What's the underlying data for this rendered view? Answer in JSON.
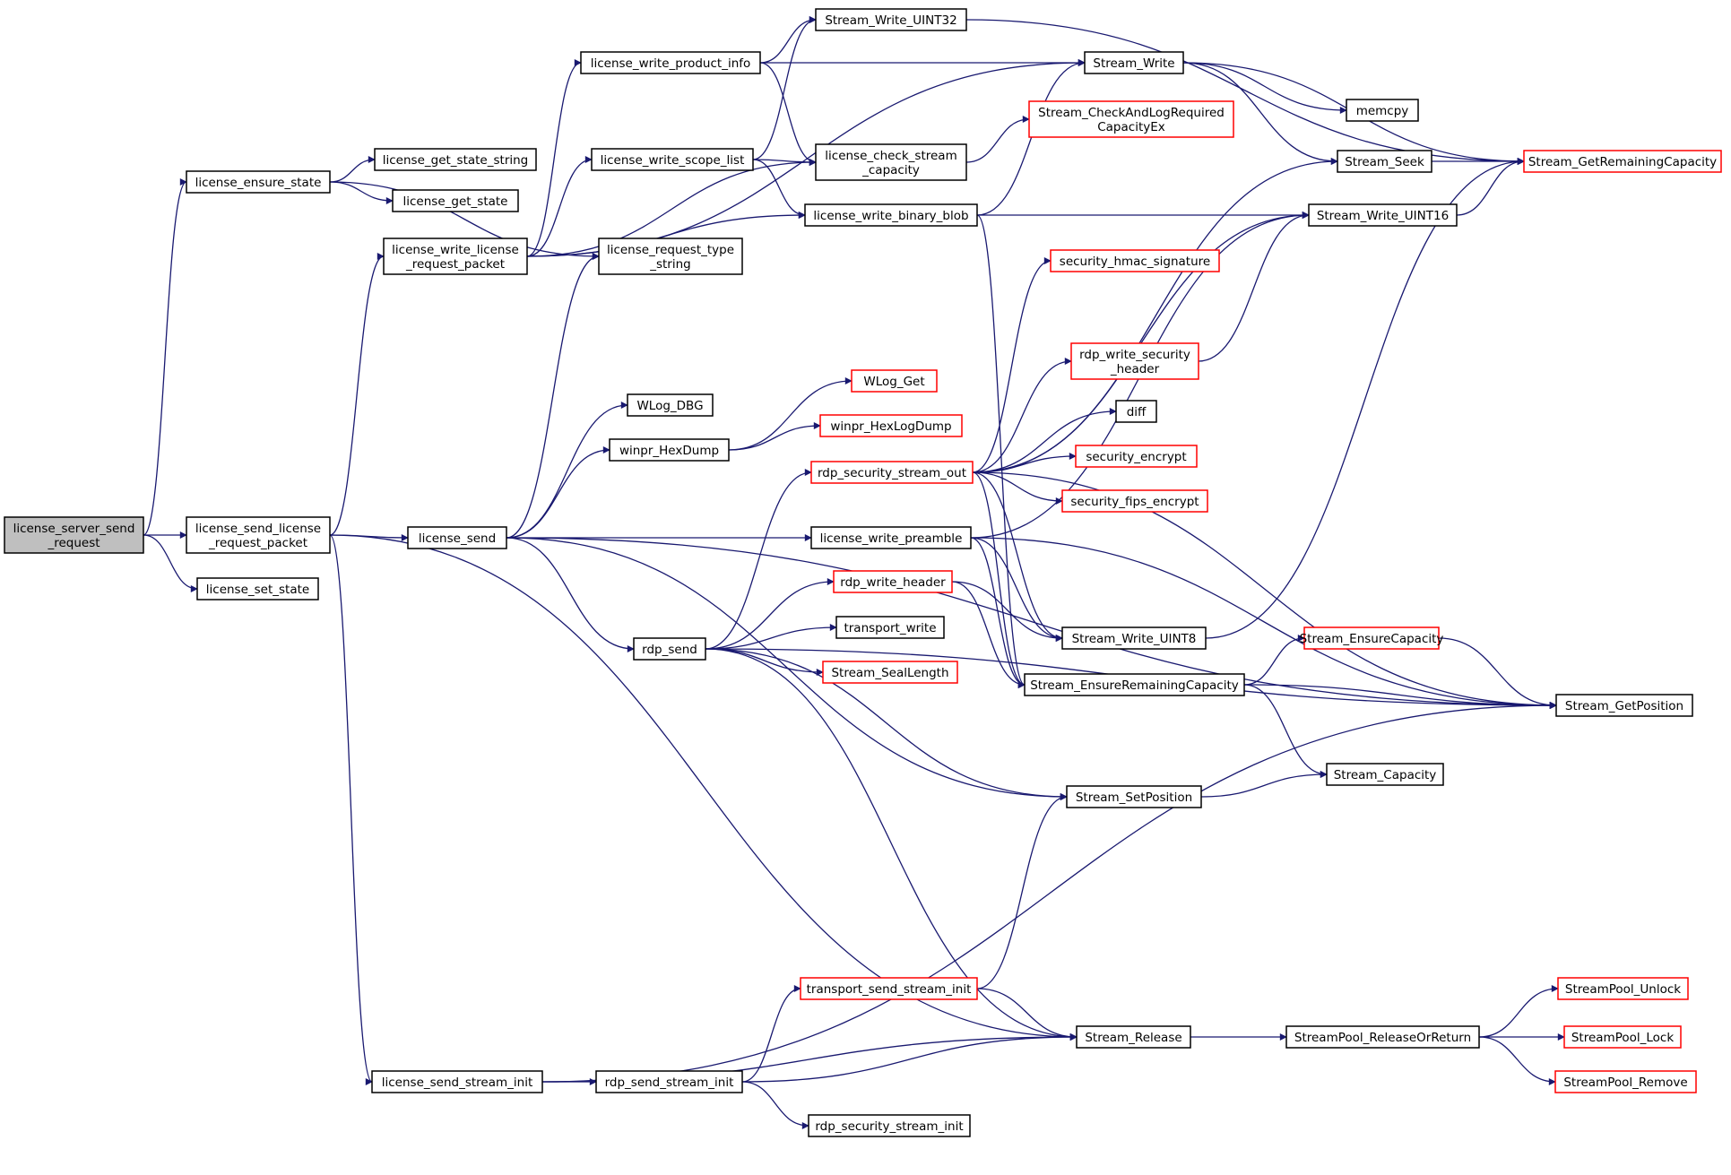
{
  "colors": {
    "edge": "#191970",
    "node_border": "#000000",
    "node_border_red": "#ff0000",
    "node_fill": "#ffffff",
    "root_fill": "#bfbfbf"
  },
  "nodes": [
    {
      "id": "n0",
      "lines": [
        "license_server_send",
        "_request"
      ],
      "style": "root"
    },
    {
      "id": "n1",
      "lines": [
        "license_ensure_state"
      ],
      "style": "normal"
    },
    {
      "id": "n2",
      "lines": [
        "license_get_state_string"
      ],
      "style": "normal"
    },
    {
      "id": "n3",
      "lines": [
        "license_get_state"
      ],
      "style": "normal"
    },
    {
      "id": "n4",
      "lines": [
        "license_request_type",
        "_string"
      ],
      "style": "normal"
    },
    {
      "id": "n5",
      "lines": [
        "license_send_license",
        "_request_packet"
      ],
      "style": "normal"
    },
    {
      "id": "n6",
      "lines": [
        "license_set_state"
      ],
      "style": "normal"
    },
    {
      "id": "n7",
      "lines": [
        "license_write_license",
        "_request_packet"
      ],
      "style": "normal"
    },
    {
      "id": "n8",
      "lines": [
        "license_write_product_info"
      ],
      "style": "normal"
    },
    {
      "id": "n9",
      "lines": [
        "license_write_scope_list"
      ],
      "style": "normal"
    },
    {
      "id": "n10",
      "lines": [
        "license_send"
      ],
      "style": "normal"
    },
    {
      "id": "n11",
      "lines": [
        "license_send_stream_init"
      ],
      "style": "normal"
    },
    {
      "id": "n12",
      "lines": [
        "Stream_Write_UINT32"
      ],
      "style": "normal"
    },
    {
      "id": "n13",
      "lines": [
        "Stream_Write"
      ],
      "style": "normal"
    },
    {
      "id": "n14",
      "lines": [
        "license_check_stream",
        "_capacity"
      ],
      "style": "normal"
    },
    {
      "id": "n15",
      "lines": [
        "license_write_binary_blob"
      ],
      "style": "normal"
    },
    {
      "id": "n16",
      "lines": [
        "Stream_CheckAndLogRequired",
        "CapacityEx"
      ],
      "style": "red"
    },
    {
      "id": "n17",
      "lines": [
        "memcpy"
      ],
      "style": "normal"
    },
    {
      "id": "n18",
      "lines": [
        "Stream_Seek"
      ],
      "style": "normal"
    },
    {
      "id": "n19",
      "lines": [
        "Stream_GetRemainingCapacity"
      ],
      "style": "red"
    },
    {
      "id": "n20",
      "lines": [
        "Stream_Write_UINT16"
      ],
      "style": "normal"
    },
    {
      "id": "n21",
      "lines": [
        "security_hmac_signature"
      ],
      "style": "red"
    },
    {
      "id": "n22",
      "lines": [
        "rdp_write_security",
        "_header"
      ],
      "style": "red"
    },
    {
      "id": "n23",
      "lines": [
        "WLog_DBG"
      ],
      "style": "normal"
    },
    {
      "id": "n24",
      "lines": [
        "WLog_Get"
      ],
      "style": "red"
    },
    {
      "id": "n25",
      "lines": [
        "winpr_HexLogDump"
      ],
      "style": "red"
    },
    {
      "id": "n26",
      "lines": [
        "winpr_HexDump"
      ],
      "style": "normal"
    },
    {
      "id": "n27",
      "lines": [
        "diff"
      ],
      "style": "normal"
    },
    {
      "id": "n28",
      "lines": [
        "rdp_security_stream_out"
      ],
      "style": "red"
    },
    {
      "id": "n29",
      "lines": [
        "security_encrypt"
      ],
      "style": "red"
    },
    {
      "id": "n30",
      "lines": [
        "security_fips_encrypt"
      ],
      "style": "red"
    },
    {
      "id": "n31",
      "lines": [
        "license_write_preamble"
      ],
      "style": "normal"
    },
    {
      "id": "n32",
      "lines": [
        "rdp_write_header"
      ],
      "style": "red"
    },
    {
      "id": "n33",
      "lines": [
        "Stream_Write_UINT8"
      ],
      "style": "normal"
    },
    {
      "id": "n34",
      "lines": [
        "transport_write"
      ],
      "style": "normal"
    },
    {
      "id": "n35",
      "lines": [
        "rdp_send"
      ],
      "style": "normal"
    },
    {
      "id": "n36",
      "lines": [
        "Stream_SealLength"
      ],
      "style": "red"
    },
    {
      "id": "n37",
      "lines": [
        "Stream_EnsureCapacity"
      ],
      "style": "red"
    },
    {
      "id": "n38",
      "lines": [
        "Stream_EnsureRemainingCapacity"
      ],
      "style": "normal"
    },
    {
      "id": "n39",
      "lines": [
        "Stream_GetPosition"
      ],
      "style": "normal"
    },
    {
      "id": "n40",
      "lines": [
        "Stream_Capacity"
      ],
      "style": "normal"
    },
    {
      "id": "n41",
      "lines": [
        "Stream_SetPosition"
      ],
      "style": "normal"
    },
    {
      "id": "n42",
      "lines": [
        "transport_send_stream_init"
      ],
      "style": "red"
    },
    {
      "id": "n43",
      "lines": [
        "Stream_Release"
      ],
      "style": "normal"
    },
    {
      "id": "n44",
      "lines": [
        "StreamPool_ReleaseOrReturn"
      ],
      "style": "normal"
    },
    {
      "id": "n45",
      "lines": [
        "StreamPool_Unlock"
      ],
      "style": "red"
    },
    {
      "id": "n46",
      "lines": [
        "StreamPool_Lock"
      ],
      "style": "red"
    },
    {
      "id": "n47",
      "lines": [
        "StreamPool_Remove"
      ],
      "style": "red"
    },
    {
      "id": "n48",
      "lines": [
        "rdp_send_stream_init"
      ],
      "style": "normal"
    },
    {
      "id": "n49",
      "lines": [
        "rdp_security_stream_init"
      ],
      "style": "normal"
    }
  ],
  "edges": [
    [
      "n0",
      "n1"
    ],
    [
      "n0",
      "n5"
    ],
    [
      "n0",
      "n6"
    ],
    [
      "n1",
      "n2"
    ],
    [
      "n1",
      "n3"
    ],
    [
      "n1",
      "n4"
    ],
    [
      "n5",
      "n7"
    ],
    [
      "n5",
      "n10"
    ],
    [
      "n5",
      "n11"
    ],
    [
      "n5",
      "n43"
    ],
    [
      "n7",
      "n8"
    ],
    [
      "n7",
      "n9"
    ],
    [
      "n7",
      "n13"
    ],
    [
      "n7",
      "n14"
    ],
    [
      "n7",
      "n15"
    ],
    [
      "n8",
      "n12"
    ],
    [
      "n8",
      "n13"
    ],
    [
      "n8",
      "n14"
    ],
    [
      "n9",
      "n12"
    ],
    [
      "n9",
      "n14"
    ],
    [
      "n9",
      "n15"
    ],
    [
      "n10",
      "n4"
    ],
    [
      "n10",
      "n23"
    ],
    [
      "n10",
      "n26"
    ],
    [
      "n10",
      "n31"
    ],
    [
      "n10",
      "n35"
    ],
    [
      "n10",
      "n41"
    ],
    [
      "n10",
      "n39"
    ],
    [
      "n12",
      "n19"
    ],
    [
      "n13",
      "n17"
    ],
    [
      "n13",
      "n18"
    ],
    [
      "n13",
      "n19"
    ],
    [
      "n14",
      "n16"
    ],
    [
      "n15",
      "n13"
    ],
    [
      "n15",
      "n20"
    ],
    [
      "n15",
      "n38"
    ],
    [
      "n18",
      "n19"
    ],
    [
      "n20",
      "n19"
    ],
    [
      "n22",
      "n20"
    ],
    [
      "n26",
      "n24"
    ],
    [
      "n26",
      "n25"
    ],
    [
      "n28",
      "n21"
    ],
    [
      "n28",
      "n22"
    ],
    [
      "n28",
      "n27"
    ],
    [
      "n28",
      "n29"
    ],
    [
      "n28",
      "n30"
    ],
    [
      "n28",
      "n18"
    ],
    [
      "n28",
      "n20"
    ],
    [
      "n28",
      "n33"
    ],
    [
      "n28",
      "n38"
    ],
    [
      "n28",
      "n39"
    ],
    [
      "n31",
      "n20"
    ],
    [
      "n31",
      "n33"
    ],
    [
      "n31",
      "n38"
    ],
    [
      "n31",
      "n39"
    ],
    [
      "n32",
      "n33"
    ],
    [
      "n32",
      "n38"
    ],
    [
      "n33",
      "n19"
    ],
    [
      "n35",
      "n28"
    ],
    [
      "n35",
      "n32"
    ],
    [
      "n35",
      "n34"
    ],
    [
      "n35",
      "n36"
    ],
    [
      "n35",
      "n39"
    ],
    [
      "n35",
      "n41"
    ],
    [
      "n35",
      "n43"
    ],
    [
      "n37",
      "n39"
    ],
    [
      "n38",
      "n37"
    ],
    [
      "n38",
      "n39"
    ],
    [
      "n38",
      "n40"
    ],
    [
      "n41",
      "n40"
    ],
    [
      "n42",
      "n41"
    ],
    [
      "n42",
      "n43"
    ],
    [
      "n43",
      "n44"
    ],
    [
      "n44",
      "n45"
    ],
    [
      "n44",
      "n46"
    ],
    [
      "n44",
      "n47"
    ],
    [
      "n11",
      "n48"
    ],
    [
      "n11",
      "n39"
    ],
    [
      "n11",
      "n43"
    ],
    [
      "n48",
      "n42"
    ],
    [
      "n48",
      "n43"
    ],
    [
      "n48",
      "n49"
    ]
  ]
}
